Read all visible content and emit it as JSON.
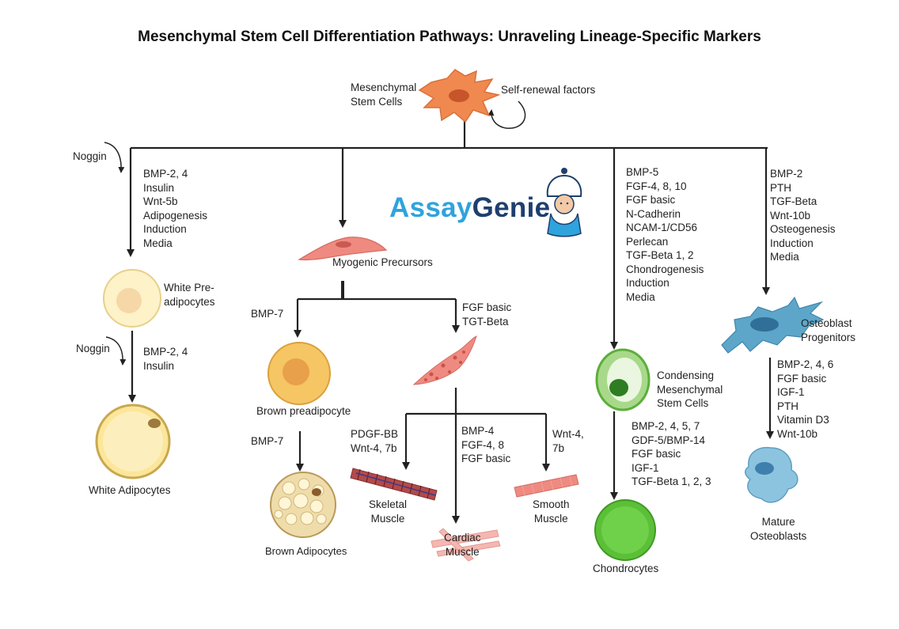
{
  "title": "Mesenchymal Stem Cell Differentiation Pathways: Unraveling Lineage-Specific Markers",
  "logo": {
    "part1": "Assay",
    "part2": "Genie",
    "icon": "genie-mascot-icon"
  },
  "colors": {
    "line": "#222222",
    "mesenchymal": "#f0894f",
    "adipocyte_fill": "#fdf2c8",
    "brown_fill": "#f6c564",
    "muscle_pink": "#ef8a80",
    "cartilage_green": "#5cbf38",
    "osteo_blue": "#5ea6c9",
    "logo_light": "#2fa3dc",
    "logo_dark": "#1e3f6e"
  },
  "cells": {
    "msc": [
      "Mesenchymal",
      "Stem Cells"
    ],
    "self_renewal": "Self-renewal factors",
    "white_pre": [
      "White Pre-",
      "adipocytes"
    ],
    "white_adipocytes": "White Adipocytes",
    "myogenic": "Myogenic Precursors",
    "brown_pre": "Brown preadipocyte",
    "brown_adipocytes": "Brown Adipocytes",
    "skeletal": [
      "Skeletal",
      "Muscle"
    ],
    "cardiac": [
      "Cardiac",
      "Muscle"
    ],
    "smooth": [
      "Smooth",
      "Muscle"
    ],
    "condensing": [
      "Condensing",
      "Mesenchymal",
      "Stem Cells"
    ],
    "chondrocytes": "Chondrocytes",
    "osteo_prog": [
      "Osteoblast",
      "Progenitors"
    ],
    "mature_osteo": [
      "Mature",
      "Osteoblasts"
    ]
  },
  "factors": {
    "noggin_1": "Noggin",
    "noggin_2": "Noggin",
    "adipo_1": [
      "BMP-2, 4",
      "Insulin",
      "Wnt-5b",
      "Adipogenesis",
      "Induction",
      "Media"
    ],
    "adipo_2": [
      "BMP-2, 4",
      "Insulin"
    ],
    "bmp7_1": "BMP-7",
    "bmp7_2": "BMP-7",
    "fgf_tgt": [
      "FGF basic",
      "TGT-Beta"
    ],
    "skeletal_f": [
      "PDGF-BB",
      "Wnt-4, 7b"
    ],
    "cardiac_f": [
      "BMP-4",
      "FGF-4, 8",
      "FGF basic"
    ],
    "smooth_f": [
      "Wnt-4,",
      "7b"
    ],
    "chondro_1": [
      "BMP-5",
      "FGF-4, 8, 10",
      "FGF basic",
      "N-Cadherin",
      "NCAM-1/CD56",
      "Perlecan",
      "TGF-Beta 1, 2",
      "Chondrogenesis",
      "Induction",
      "Media"
    ],
    "chondro_2": [
      "BMP-2, 4, 5, 7",
      "GDF-5/BMP-14",
      "FGF basic",
      "IGF-1",
      "TGF-Beta 1, 2, 3"
    ],
    "osteo_1": [
      "BMP-2",
      "PTH",
      "TGF-Beta",
      "Wnt-10b",
      "Osteogenesis",
      "Induction",
      "Media"
    ],
    "osteo_2": [
      "BMP-2, 4, 6",
      "FGF basic",
      "IGF-1",
      "PTH",
      "Vitamin D3",
      "Wnt-10b"
    ]
  }
}
